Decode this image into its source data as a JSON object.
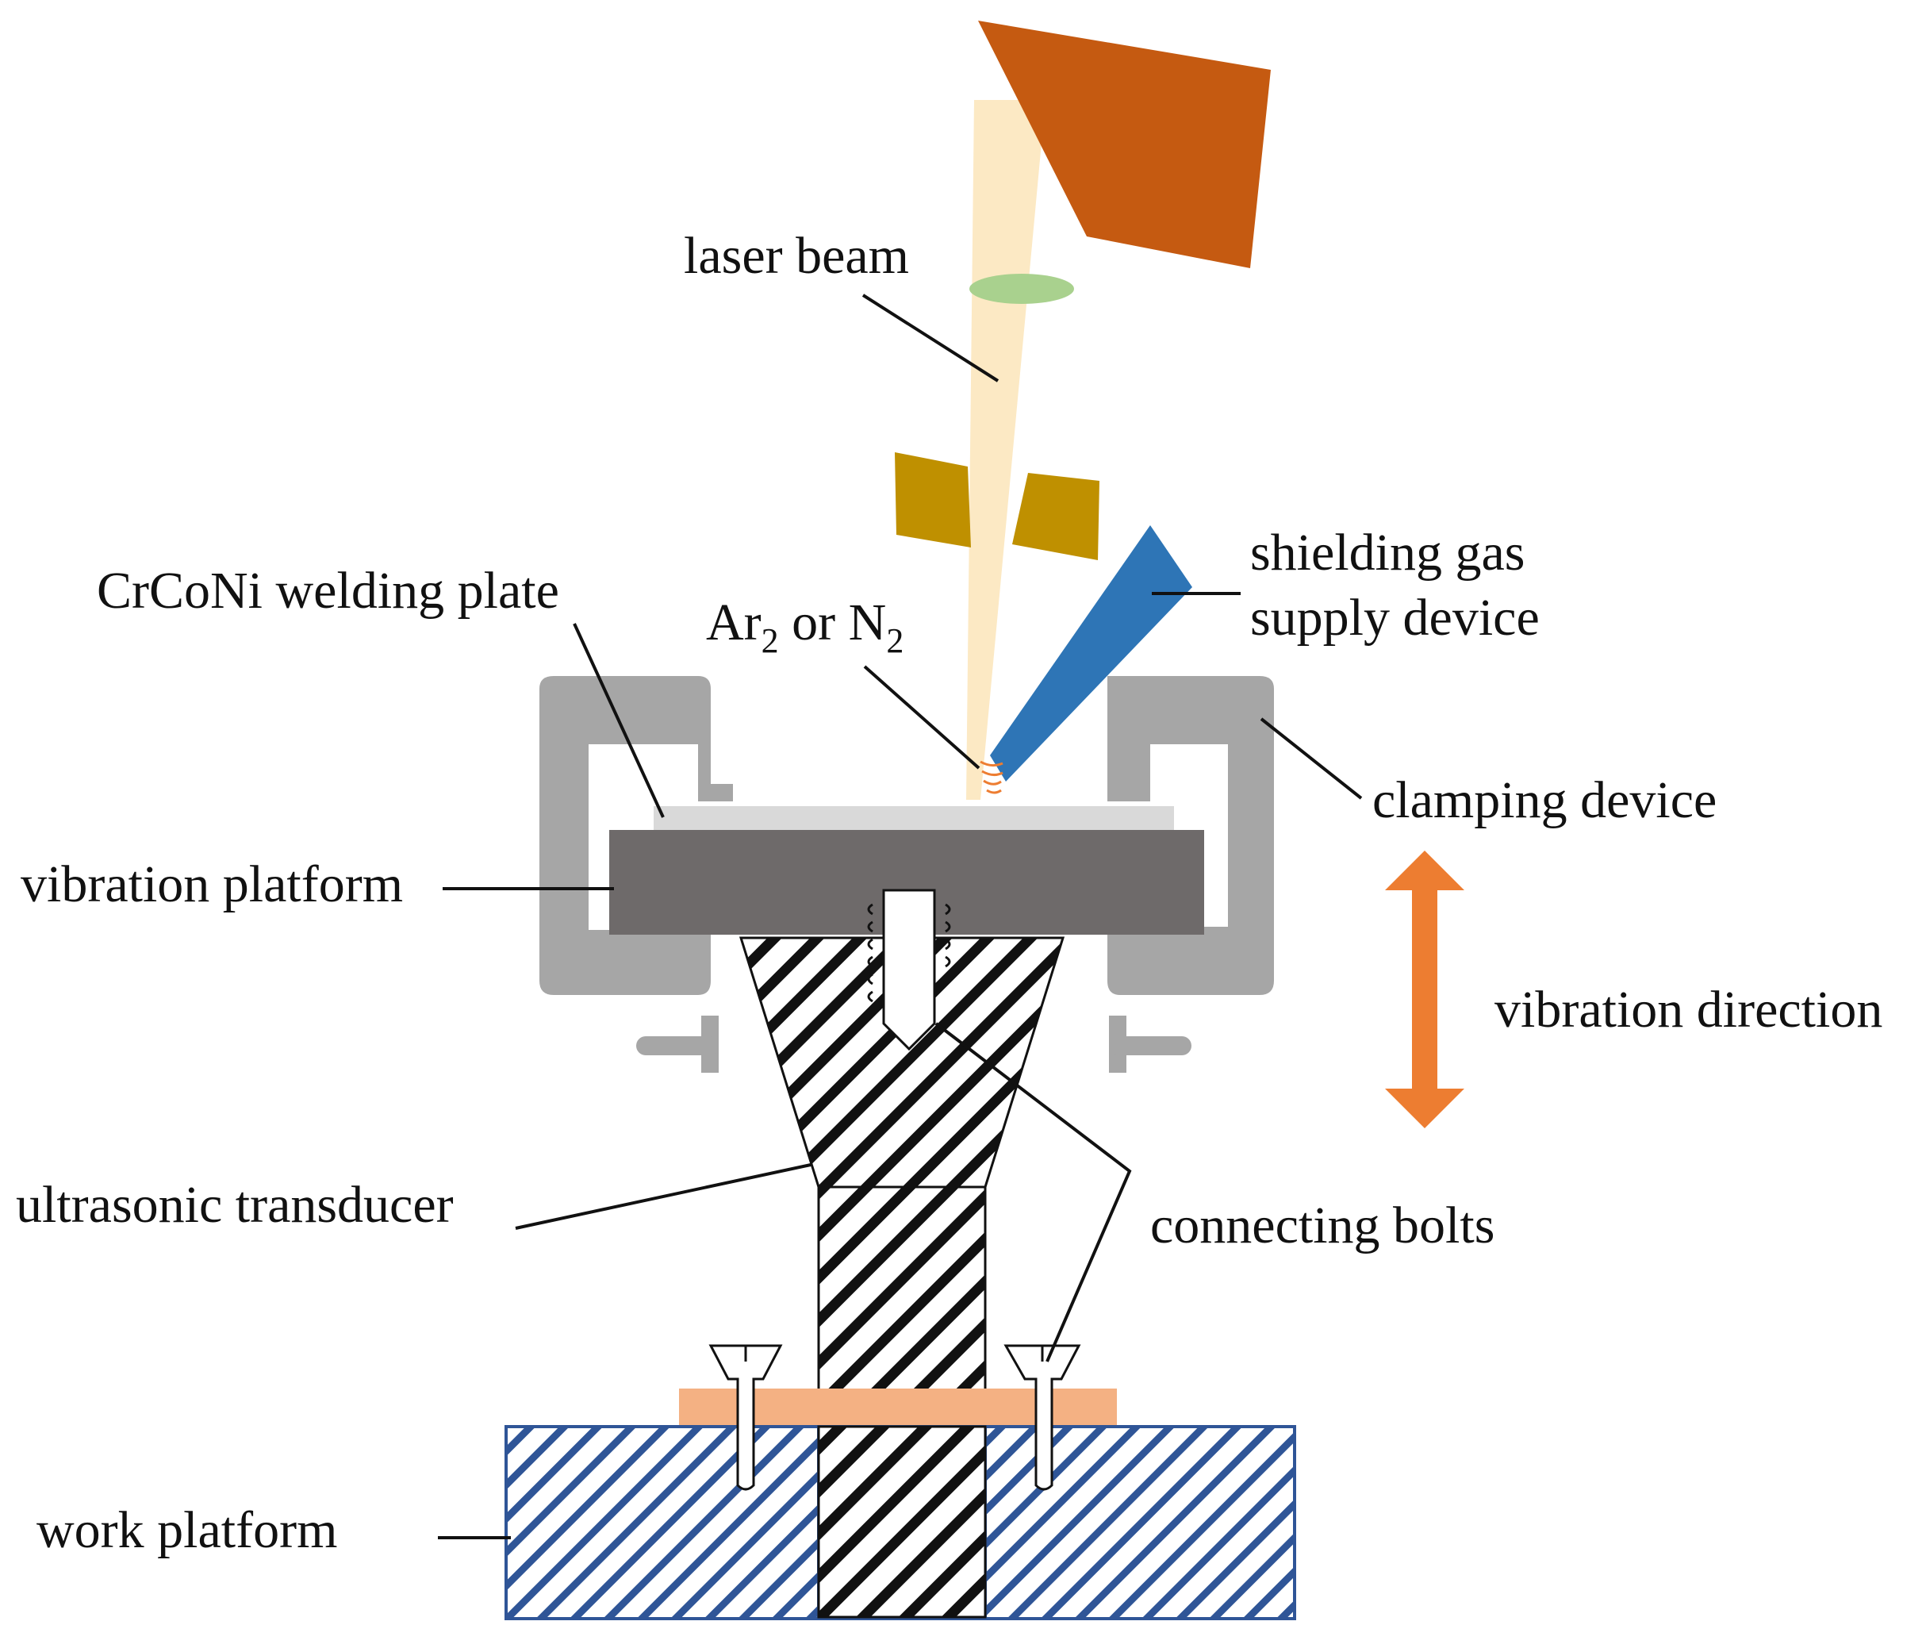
{
  "labels": {
    "laser_beam": "laser beam",
    "welding_plate": "CrCoNi welding plate",
    "gas_ar": "Ar",
    "gas_sub1": "2",
    "gas_or": " or N",
    "gas_sub2": "2",
    "shielding_line1": "shielding gas",
    "shielding_line2": "supply device",
    "clamping": "clamping device",
    "vibration_platform": "vibration platform",
    "vibration_direction": "vibration direction",
    "transducer": "ultrasonic transducer",
    "bolts": "connecting bolts",
    "work_platform": "work platform"
  },
  "colors": {
    "laser_head": "#C55A11",
    "beam": "#FCE9C4",
    "lens": "#A9D18E",
    "nozzle": "#BF9000",
    "gas_nozzle": "#2E75B6",
    "clamp": "#A6A6A6",
    "plate": "#D9D9D9",
    "vibration_platform": "#6E6A6A",
    "arrow": "#ED7D31",
    "base_plate": "#F4B183",
    "work_platform_hatch": "#2F5597"
  }
}
